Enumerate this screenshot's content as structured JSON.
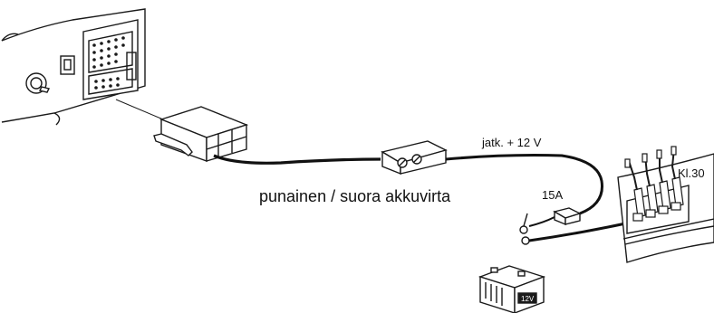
{
  "labels": {
    "red_wire": "punainen / suora akkuvirta",
    "extension": "jatk. + 12 V",
    "fuse": "15A",
    "terminal": "Kl.30",
    "battery": "12V"
  },
  "colors": {
    "line": "#1a1a1a",
    "cable": "#111111",
    "background": "#ffffff"
  }
}
